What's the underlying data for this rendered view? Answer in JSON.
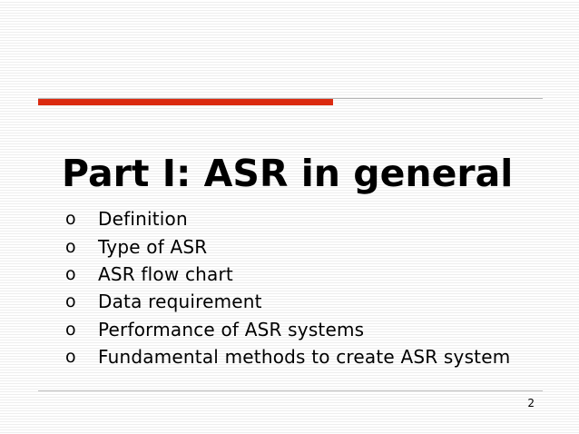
{
  "colors": {
    "accent": "#db2a10"
  },
  "slide": {
    "title": "Part I: ASR in general",
    "bullet_marker": "o",
    "bullets": [
      "Definition",
      "Type of ASR",
      "ASR flow chart",
      "Data requirement",
      "Performance of ASR systems",
      "Fundamental methods to create ASR system"
    ],
    "page_number": "2"
  }
}
